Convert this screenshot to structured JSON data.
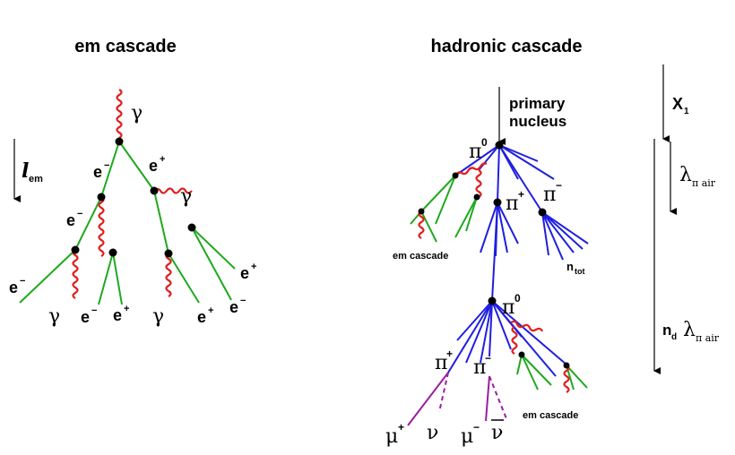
{
  "em": {
    "title": "em cascade",
    "lem_l": "l",
    "lem_sub": "em",
    "labels": {
      "gamma_top": "γ",
      "e1": "e",
      "e1_sup": "−",
      "ep1": "e",
      "ep1_sup": "+",
      "gamma_mid": "γ",
      "e2": "e",
      "e2_sup": "−",
      "e_left": "e",
      "e_left_sup": "−",
      "gamma_bl": "γ",
      "e_b2": "e",
      "e_b2_sup": "−",
      "ep_b3": "e",
      "ep_b3_sup": "+",
      "gamma_b4": "γ",
      "ep_b5": "e",
      "ep_b5_sup": "+",
      "ep_r1": "e",
      "ep_r1_sup": "+",
      "e_r2": "e",
      "e_r2_sup": "−"
    }
  },
  "had": {
    "title": "hadronic cascade",
    "primary_line1": "primary",
    "primary_line2": "nucleus",
    "pi0_top": "π",
    "pi0_top_sup": "0",
    "piplus_mid": "π",
    "piplus_mid_sup": "+",
    "piminus_mid": "π",
    "piminus_mid_sup": "−",
    "em_cascade_left": "em cascade",
    "ntot": "n",
    "ntot_sub": "tot",
    "pi0_low": "π",
    "pi0_low_sup": "0",
    "piplus_low": "π",
    "piplus_low_sup": "+",
    "piminus_low": "π",
    "piminus_low_sup": "−",
    "em_cascade_right": "em cascade",
    "mu_plus": "μ",
    "mu_plus_sup": "+",
    "nu": "ν",
    "mu_minus": "μ",
    "mu_minus_sup": "−",
    "nubar": "ν"
  },
  "scale": {
    "x1": "X",
    "x1_sub": "1",
    "lambda": "λ",
    "lambda_sub": "π air",
    "nd": "n",
    "nd_sub": "d",
    "lambda2": "λ",
    "lambda2_sub": "π air"
  },
  "colors": {
    "green": "#1fa91f",
    "blue": "#1f1fe0",
    "red": "#e01f1f",
    "purple": "#9b1fa0"
  }
}
